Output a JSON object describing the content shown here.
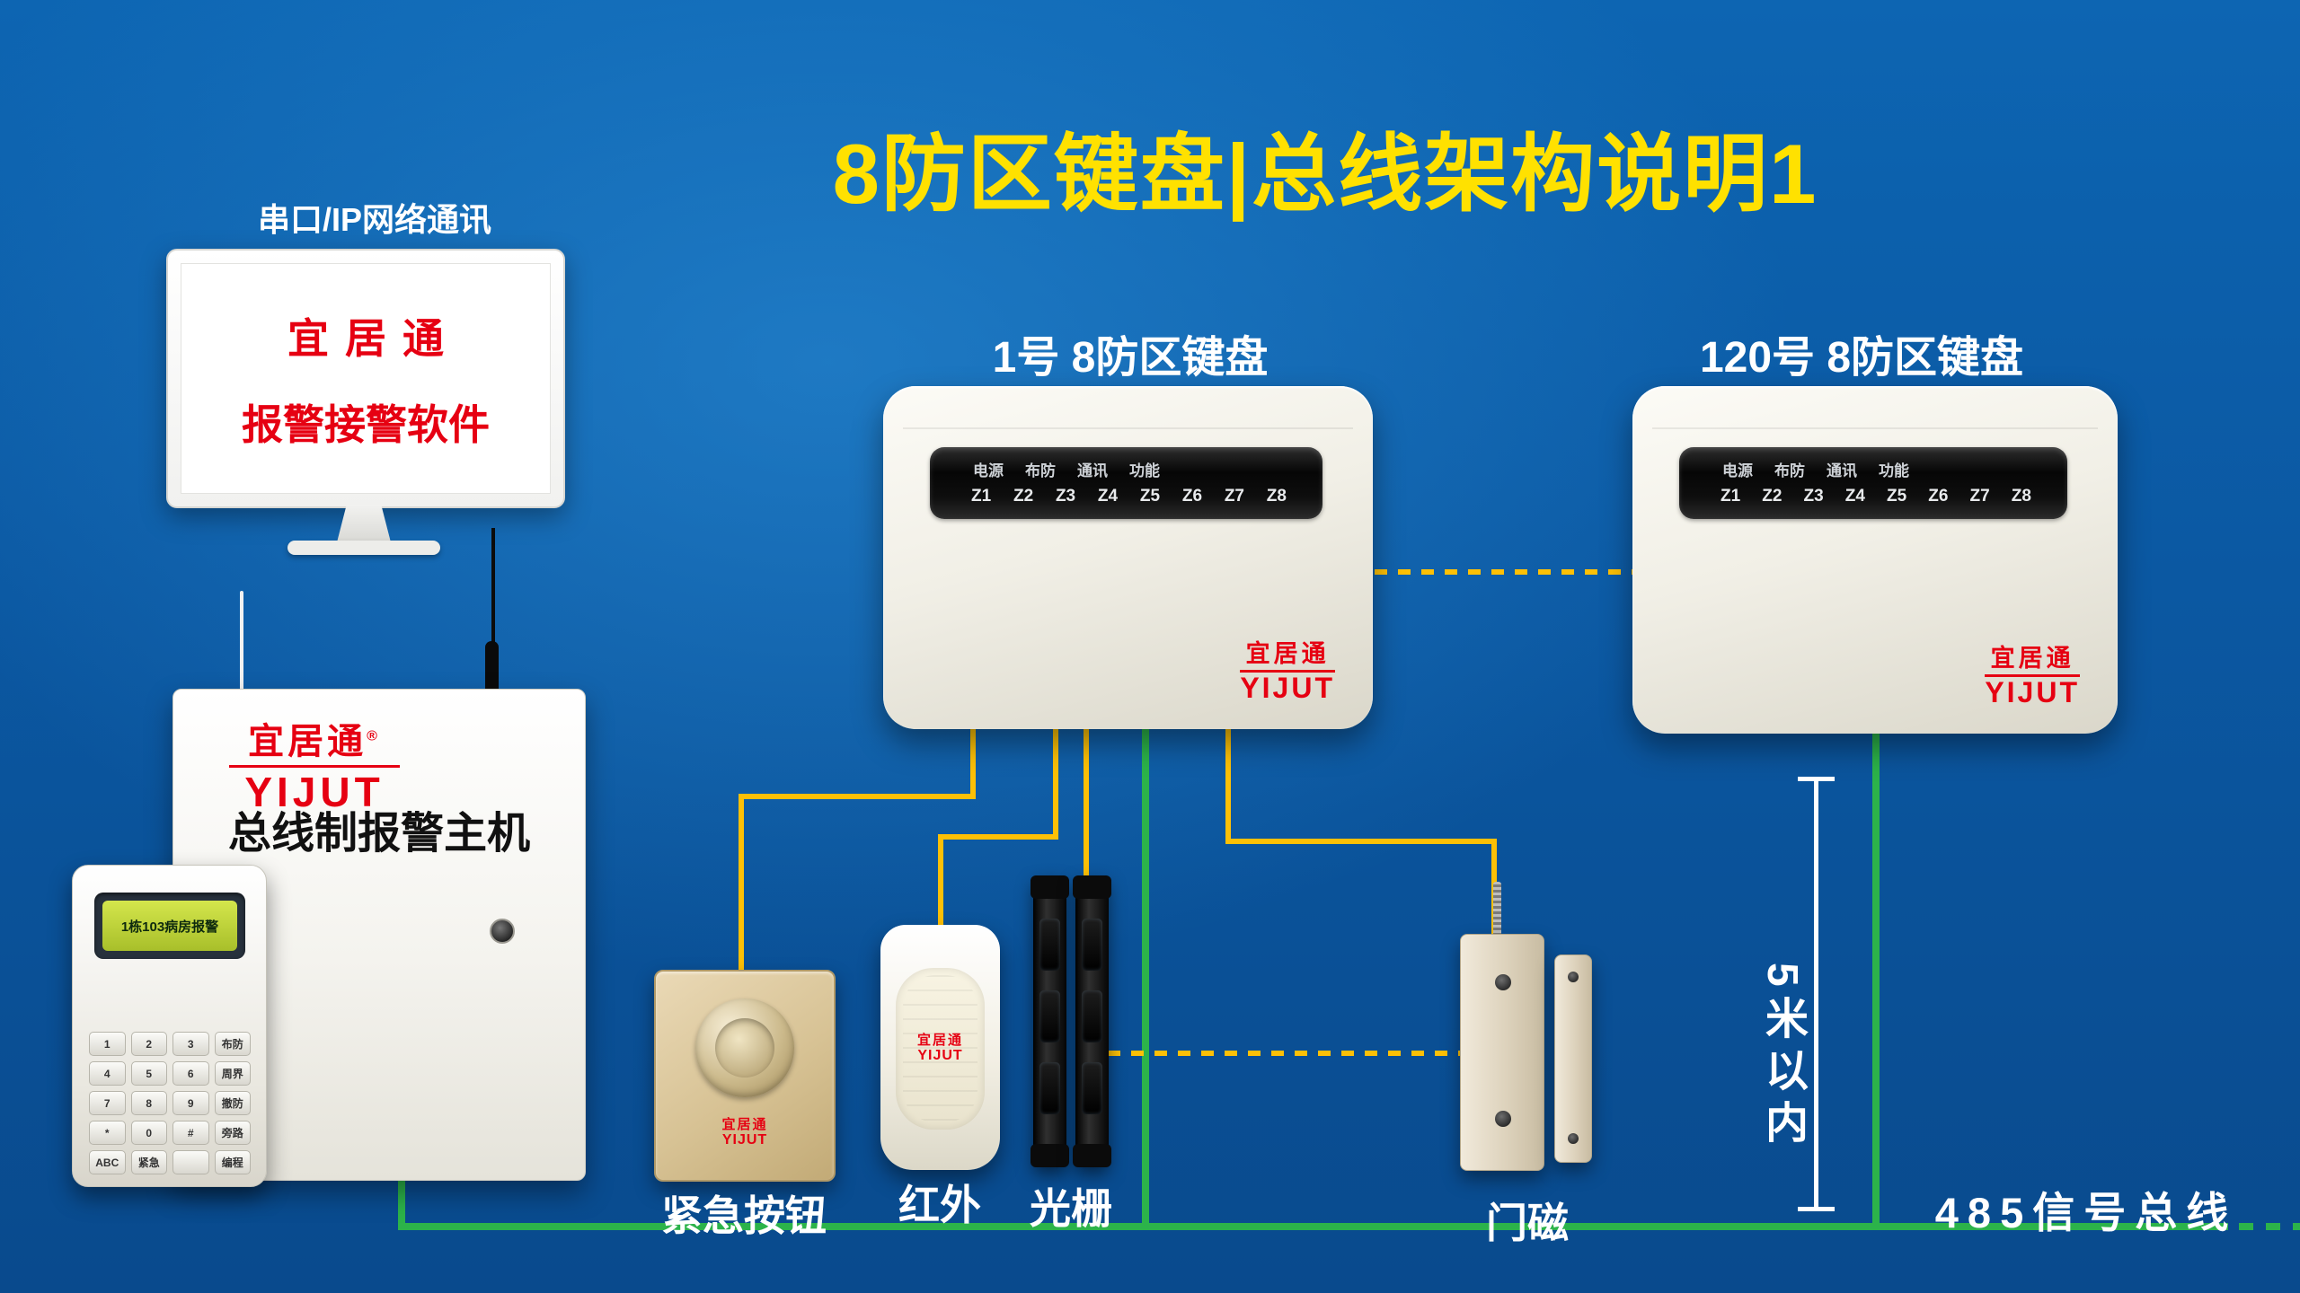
{
  "title": "8防区键盘|总线架构说明1",
  "brand": {
    "cn": "宜居通",
    "en": "YIJUT",
    "reg": "®"
  },
  "colors": {
    "title_yellow": "#ffe100",
    "brand_red": "#e60012",
    "bus_green": "#2cb34a",
    "wire_yellow": "#fdc006",
    "background_blue": "#0b58a2"
  },
  "pc": {
    "caption": "串口/IP网络通讯",
    "screen_line1": "宜居通",
    "screen_line2": "报警接警软件"
  },
  "host": {
    "label": "总线制报警主机"
  },
  "small_keypad": {
    "lcd": "1栋103病房报警",
    "rows": [
      [
        "1",
        "2",
        "3",
        "布防"
      ],
      [
        "4",
        "5",
        "6",
        "周界"
      ],
      [
        "7",
        "8",
        "9",
        "撤防"
      ],
      [
        "*",
        "0",
        "#",
        "旁路"
      ],
      [
        "ABC",
        "紧急",
        "",
        "编程"
      ]
    ]
  },
  "keypads": {
    "k1_title": "1号 8防区键盘",
    "k2_title": "120号 8防区键盘",
    "leds": [
      "电源",
      "布防",
      "通讯",
      "功能"
    ],
    "zones": [
      "Z1",
      "Z2",
      "Z3",
      "Z4",
      "Z5",
      "Z6",
      "Z7",
      "Z8"
    ]
  },
  "sensors": {
    "emergency": "紧急按钮",
    "infrared": "红外",
    "grating": "光栅",
    "door_magnet": "门磁"
  },
  "notes": {
    "distance": "5米以内",
    "bus": "485信号总线"
  }
}
